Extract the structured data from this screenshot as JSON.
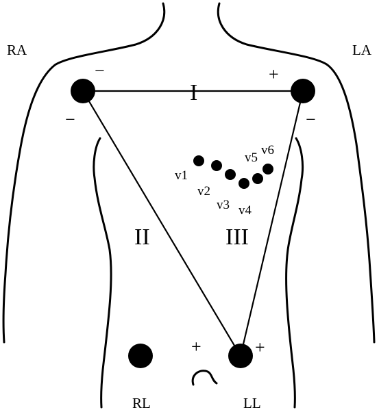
{
  "limbs": {
    "ra": "RA",
    "la": "LA",
    "rl": "RL",
    "ll": "LL"
  },
  "leads": {
    "lead1": "I",
    "lead2": "II",
    "lead3": "III"
  },
  "polarity": {
    "ra_top": "−",
    "ra_side": "−",
    "la_top": "+",
    "la_side": "−",
    "ll_left": "+",
    "ll_right": "+"
  },
  "precordial": {
    "v1": "v1",
    "v2": "v2",
    "v3": "v3",
    "v4": "v4",
    "v5": "v5",
    "v6": "v6"
  },
  "colors": {
    "line": "#000000",
    "background": "#ffffff"
  }
}
